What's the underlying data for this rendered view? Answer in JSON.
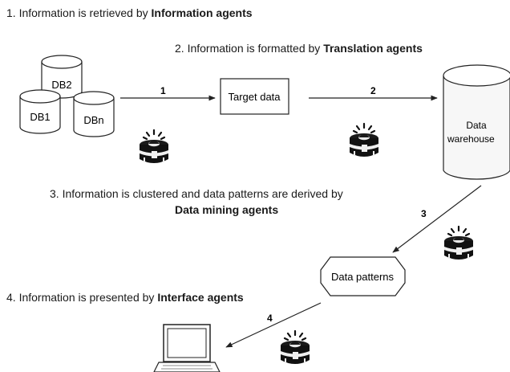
{
  "steps": {
    "s1_prefix": "1. Information is retrieved by ",
    "s1_bold": "Information agents",
    "s2_prefix": "2. Information is formatted by ",
    "s2_bold": "Translation agents",
    "s3_line1": "3. Information is clustered and data patterns are derived by",
    "s3_bold": "Data mining agents",
    "s4_prefix": "4. Information is presented by ",
    "s4_bold": "Interface agents"
  },
  "databases": {
    "db1": "DB1",
    "db2": "DB2",
    "dbn": "DBn"
  },
  "target_box": "Target data",
  "warehouse": {
    "line1": "Data",
    "line2": "warehouse"
  },
  "patterns_box": "Data patterns",
  "arrows": {
    "a1": "1",
    "a2": "2",
    "a3": "3",
    "a4": "4"
  },
  "icons": {
    "agent": "agent-robot-icon",
    "computer": "laptop-icon"
  }
}
